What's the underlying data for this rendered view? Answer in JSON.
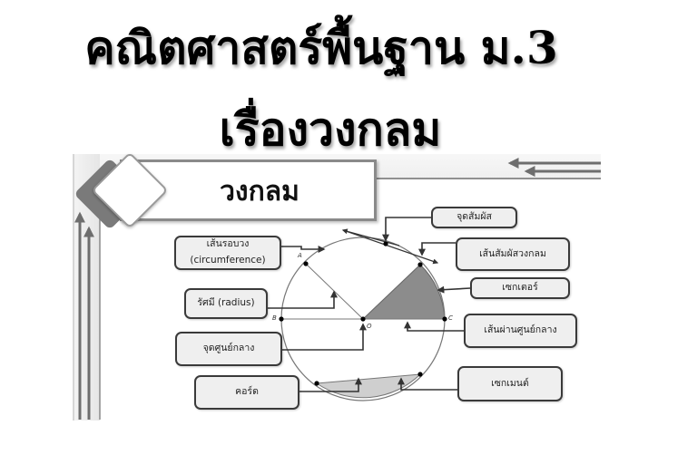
{
  "title": {
    "line1": "คณิตศาสตร์พื้นฐาน ม.3",
    "line2": "เรื่องวงกลม"
  },
  "header": {
    "label": "วงกลม"
  },
  "diagram": {
    "points": {
      "A": "A",
      "B": "B",
      "C": "C",
      "O": "O"
    },
    "labels": {
      "circumference": {
        "line1": "เส้นรอบวง",
        "line2": "(circumference)"
      },
      "radius": "รัศมี (radius)",
      "center": "จุดศูนย์กลาง",
      "chord": "คอร์ด",
      "tangent_point": "จุดสัมผัส",
      "tangent_line": "เส้นสัมผัสวงกลม",
      "sector": "เซกเตอร์",
      "diameter": "เส้นผ่านศูนย์กลาง",
      "segment": "เซกเมนต์"
    }
  },
  "colors": {
    "sector_fill": "#8c8c8c",
    "segment_fill": "#cfcfcf",
    "box_fill": "#efefef",
    "box_border": "#3a3a3a",
    "frame_gray": "#7a7a7a"
  }
}
